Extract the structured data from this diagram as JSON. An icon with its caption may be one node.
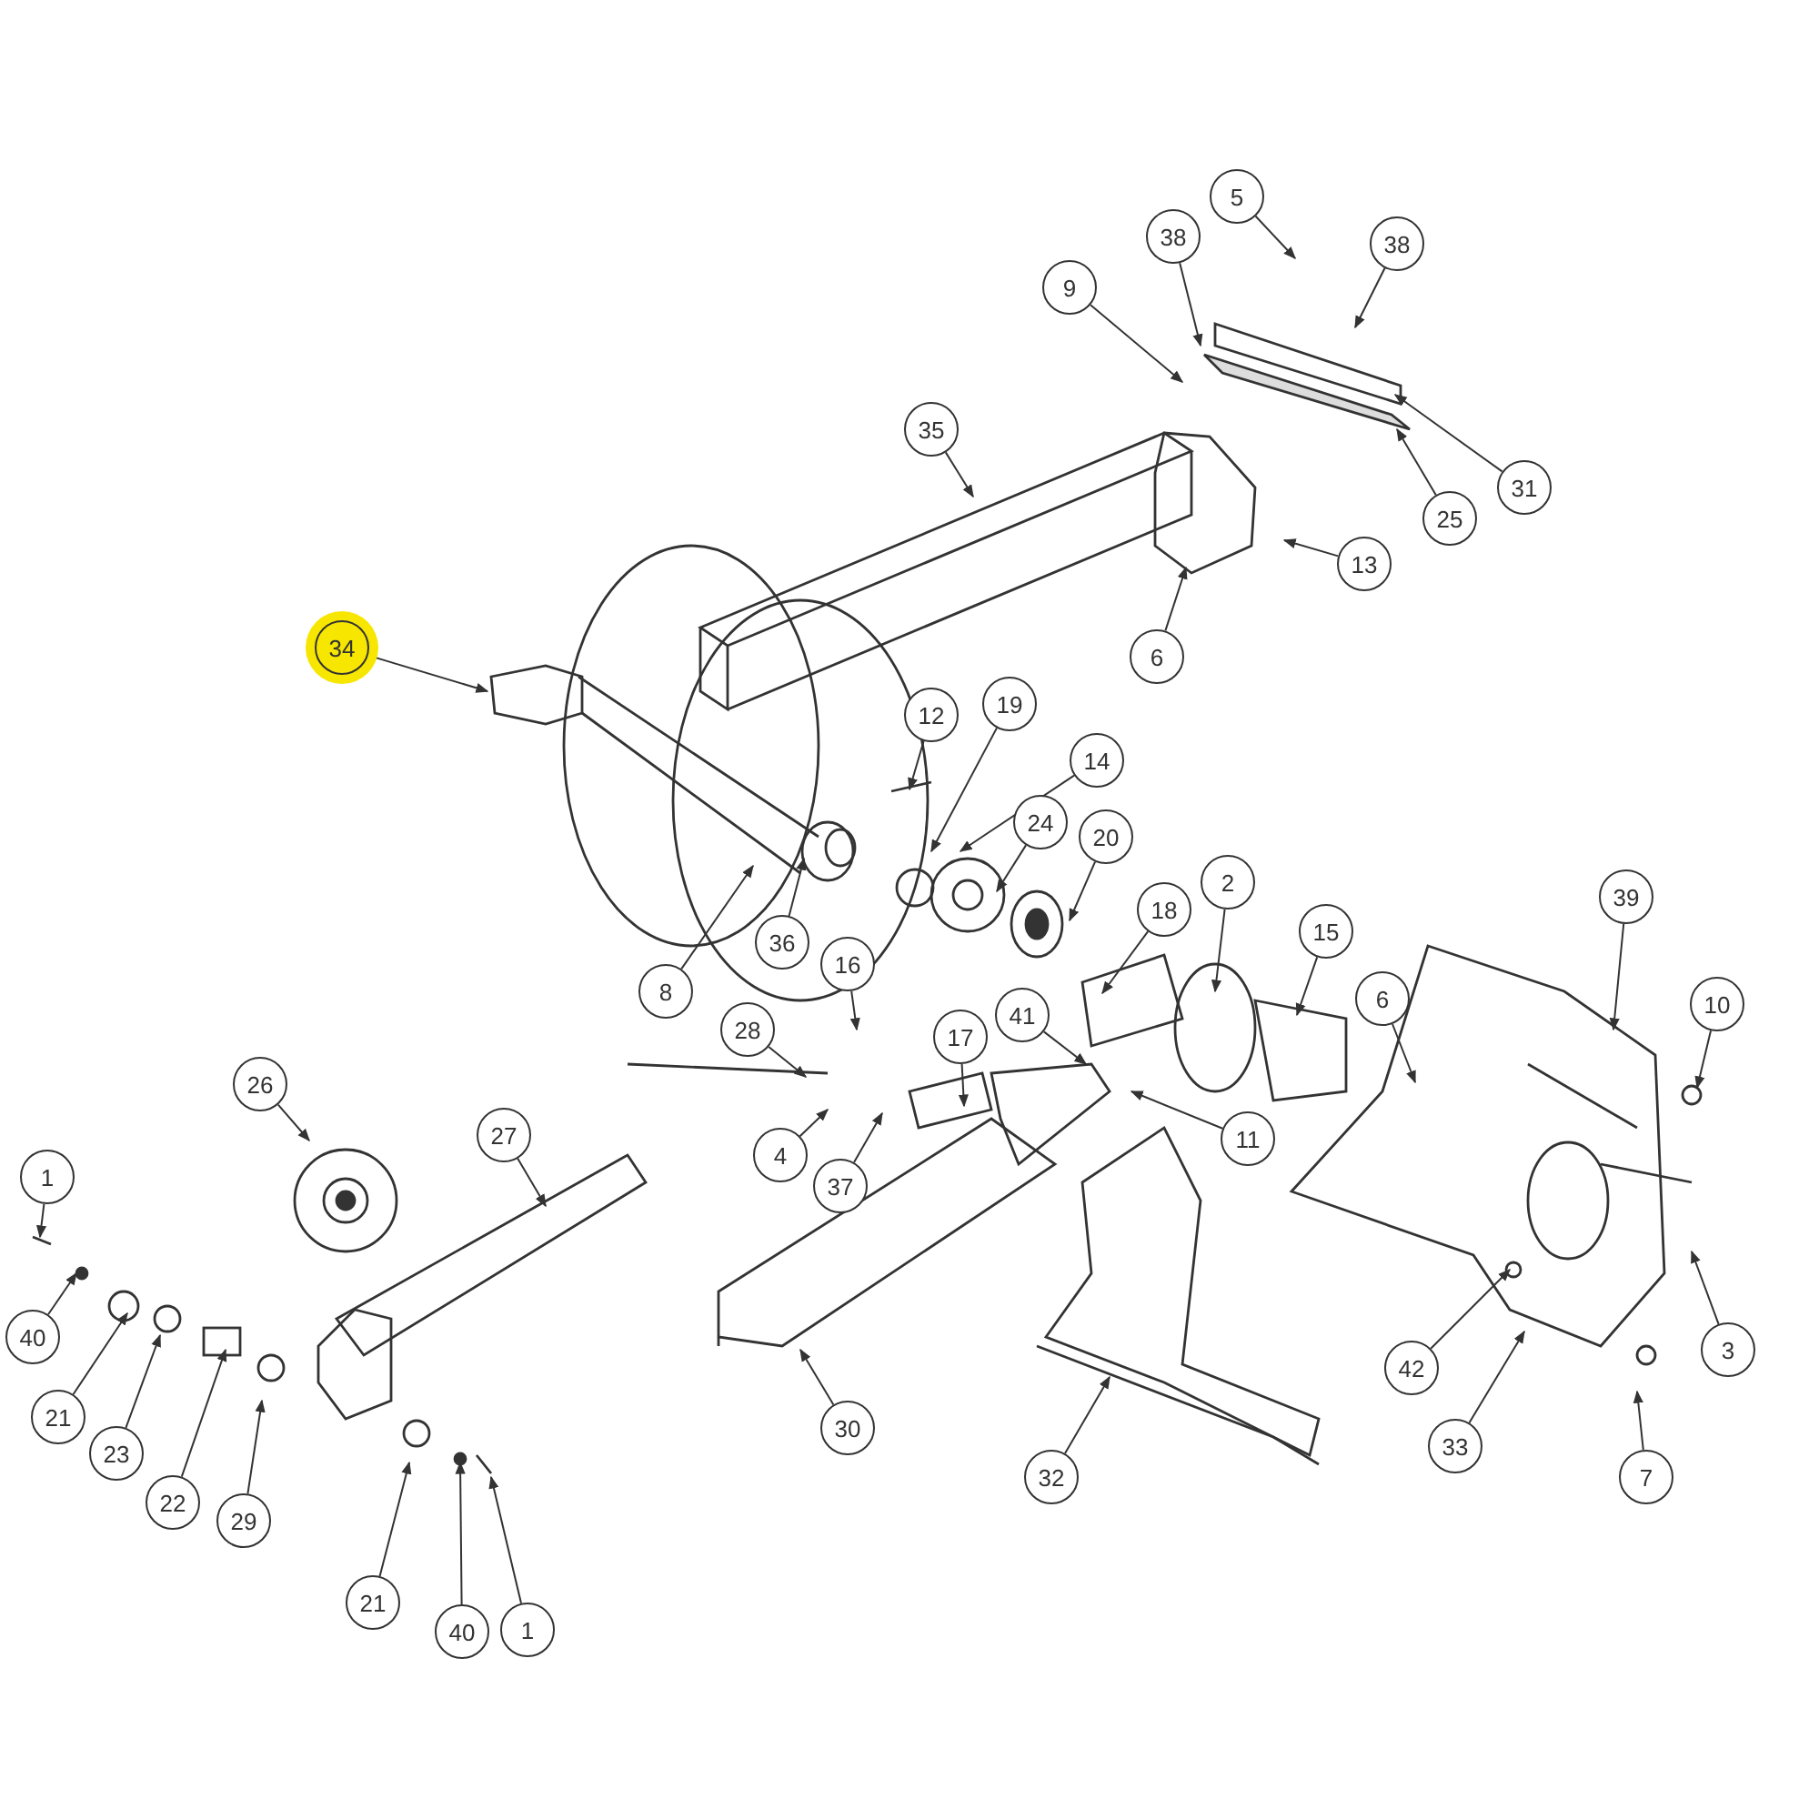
{
  "diagram": {
    "nodes": [
      {
        "text": [
          "5"
        ]
      },
      {
        "text": [
          "38"
        ]
      },
      {
        "text": [
          "38"
        ]
      },
      {
        "text": [
          "9"
        ]
      },
      {
        "text": [
          "35"
        ]
      },
      {
        "text": [
          "31"
        ]
      },
      {
        "text": [
          "25"
        ]
      },
      {
        "text": [
          "13"
        ]
      },
      {
        "text": [
          "6"
        ]
      },
      {
        "text": [
          "34"
        ]
      },
      {
        "text": [
          "12"
        ]
      },
      {
        "text": [
          "19"
        ]
      },
      {
        "text": [
          "14"
        ]
      },
      {
        "text": [
          "24"
        ]
      },
      {
        "text": [
          "20"
        ]
      },
      {
        "text": [
          "36"
        ]
      },
      {
        "text": [
          "8"
        ]
      },
      {
        "text": [
          "18"
        ]
      },
      {
        "text": [
          "2"
        ]
      },
      {
        "text": [
          "15"
        ]
      },
      {
        "text": [
          "16"
        ]
      },
      {
        "text": [
          "6"
        ]
      },
      {
        "text": [
          "39"
        ]
      },
      {
        "text": [
          "10"
        ]
      },
      {
        "text": [
          "28"
        ]
      },
      {
        "text": [
          "17"
        ]
      },
      {
        "text": [
          "41"
        ]
      },
      {
        "text": [
          "26"
        ]
      },
      {
        "text": [
          "27"
        ]
      },
      {
        "text": [
          "4"
        ]
      },
      {
        "text": [
          "37"
        ]
      },
      {
        "text": [
          "11"
        ]
      },
      {
        "text": [
          "1"
        ]
      },
      {
        "text": [
          "40"
        ]
      },
      {
        "text": [
          "21"
        ]
      },
      {
        "text": [
          "23"
        ]
      },
      {
        "text": [
          "22"
        ]
      },
      {
        "text": [
          "29"
        ]
      },
      {
        "text": [
          "3"
        ]
      },
      {
        "text": [
          "42"
        ]
      },
      {
        "text": [
          "33"
        ]
      },
      {
        "text": [
          "30"
        ]
      },
      {
        "text": [
          "32"
        ]
      },
      {
        "text": [
          "7"
        ]
      },
      {
        "text": [
          "21"
        ]
      },
      {
        "text": [
          "40"
        ]
      },
      {
        "text": [
          "1"
        ]
      }
    ],
    "edges": [
      {
        "from": 0,
        "to": null,
        "arrow": "to"
      },
      {
        "from": 1,
        "to": null,
        "arrow": "to"
      },
      {
        "from": 2,
        "to": null,
        "arrow": "to"
      },
      {
        "from": 3,
        "to": null,
        "arrow": "to"
      },
      {
        "from": 4,
        "to": null,
        "arrow": "to"
      },
      {
        "from": 5,
        "to": null,
        "arrow": "to"
      },
      {
        "from": 6,
        "to": null,
        "arrow": "to"
      },
      {
        "from": 7,
        "to": null,
        "arrow": "to"
      },
      {
        "from": 8,
        "to": null,
        "arrow": "to"
      },
      {
        "from": 9,
        "to": null,
        "arrow": "to"
      },
      {
        "from": 10,
        "to": null,
        "arrow": "to"
      },
      {
        "from": 11,
        "to": null,
        "arrow": "to"
      },
      {
        "from": 12,
        "to": null,
        "arrow": "to"
      },
      {
        "from": 13,
        "to": null,
        "arrow": "to"
      },
      {
        "from": 14,
        "to": null,
        "arrow": "to"
      },
      {
        "from": 15,
        "to": null,
        "arrow": "to"
      },
      {
        "from": 16,
        "to": null,
        "arrow": "to"
      },
      {
        "from": 17,
        "to": null,
        "arrow": "to"
      },
      {
        "from": 18,
        "to": null,
        "arrow": "to"
      },
      {
        "from": 19,
        "to": null,
        "arrow": "to"
      },
      {
        "from": 20,
        "to": null,
        "arrow": "to"
      },
      {
        "from": 21,
        "to": null,
        "arrow": "to"
      },
      {
        "from": 22,
        "to": null,
        "arrow": "to"
      },
      {
        "from": 23,
        "to": null,
        "arrow": "to"
      },
      {
        "from": 24,
        "to": null,
        "arrow": "to"
      },
      {
        "from": 25,
        "to": null,
        "arrow": "to"
      },
      {
        "from": 26,
        "to": null,
        "arrow": "to"
      },
      {
        "from": 27,
        "to": null,
        "arrow": "to"
      },
      {
        "from": 28,
        "to": null,
        "arrow": "to"
      },
      {
        "from": 29,
        "to": null,
        "arrow": "to"
      },
      {
        "from": 30,
        "to": null,
        "arrow": "to"
      },
      {
        "from": 31,
        "to": null,
        "arrow": "to"
      },
      {
        "from": 32,
        "to": null,
        "arrow": "to"
      },
      {
        "from": 33,
        "to": null,
        "arrow": "to"
      },
      {
        "from": 34,
        "to": null,
        "arrow": "to"
      },
      {
        "from": 35,
        "to": null,
        "arrow": "to"
      },
      {
        "from": 36,
        "to": null,
        "arrow": "to"
      },
      {
        "from": 37,
        "to": null,
        "arrow": "to"
      },
      {
        "from": 38,
        "to": null,
        "arrow": "to"
      },
      {
        "from": 39,
        "to": null,
        "arrow": "to"
      },
      {
        "from": 40,
        "to": null,
        "arrow": "to"
      },
      {
        "from": 41,
        "to": null,
        "arrow": "to"
      },
      {
        "from": 42,
        "to": null,
        "arrow": "to"
      },
      {
        "from": 43,
        "to": null,
        "arrow": "to"
      },
      {
        "from": 44,
        "to": null,
        "arrow": "to"
      },
      {
        "from": 45,
        "to": null,
        "arrow": "to"
      },
      {
        "from": 46,
        "to": null,
        "arrow": "to"
      }
    ]
  }
}
